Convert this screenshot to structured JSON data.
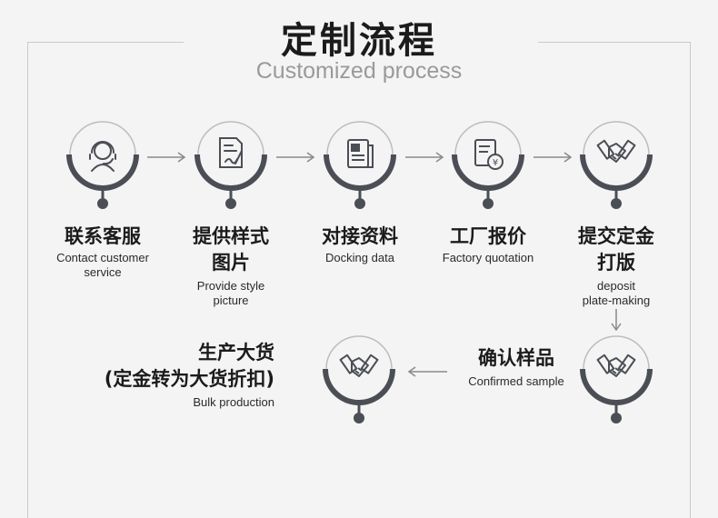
{
  "header": {
    "title": "定制流程",
    "subtitle": "Customized process"
  },
  "steps": [
    {
      "icon": "customer-service-icon",
      "title": "联系客服",
      "sub1": "Contact customer",
      "sub2": "service"
    },
    {
      "icon": "design-picture-icon",
      "title1": "提供样式",
      "title2": "图片",
      "sub1": "Provide style",
      "sub2": "picture"
    },
    {
      "icon": "document-icon",
      "title": "对接资料",
      "sub1": "Docking data"
    },
    {
      "icon": "quotation-icon",
      "title": "工厂报价",
      "sub1": "Factory quotation"
    },
    {
      "icon": "handshake-icon",
      "title1": "提交定金",
      "title2": "打版",
      "sub1": "deposit",
      "sub2": "plate-making"
    },
    {
      "icon": "handshake-icon",
      "title": "确认样品",
      "sub1": "Confirmed sample"
    },
    {
      "icon": "handshake-icon",
      "title1": "生产大货",
      "title2": "(定金转为大货折扣)",
      "sub1": "Bulk production"
    }
  ],
  "colors": {
    "ring": "#4b4e55",
    "arrow": "#8a8a8a",
    "text": "#1b1b1b",
    "subtitle": "#9a9a9a"
  }
}
